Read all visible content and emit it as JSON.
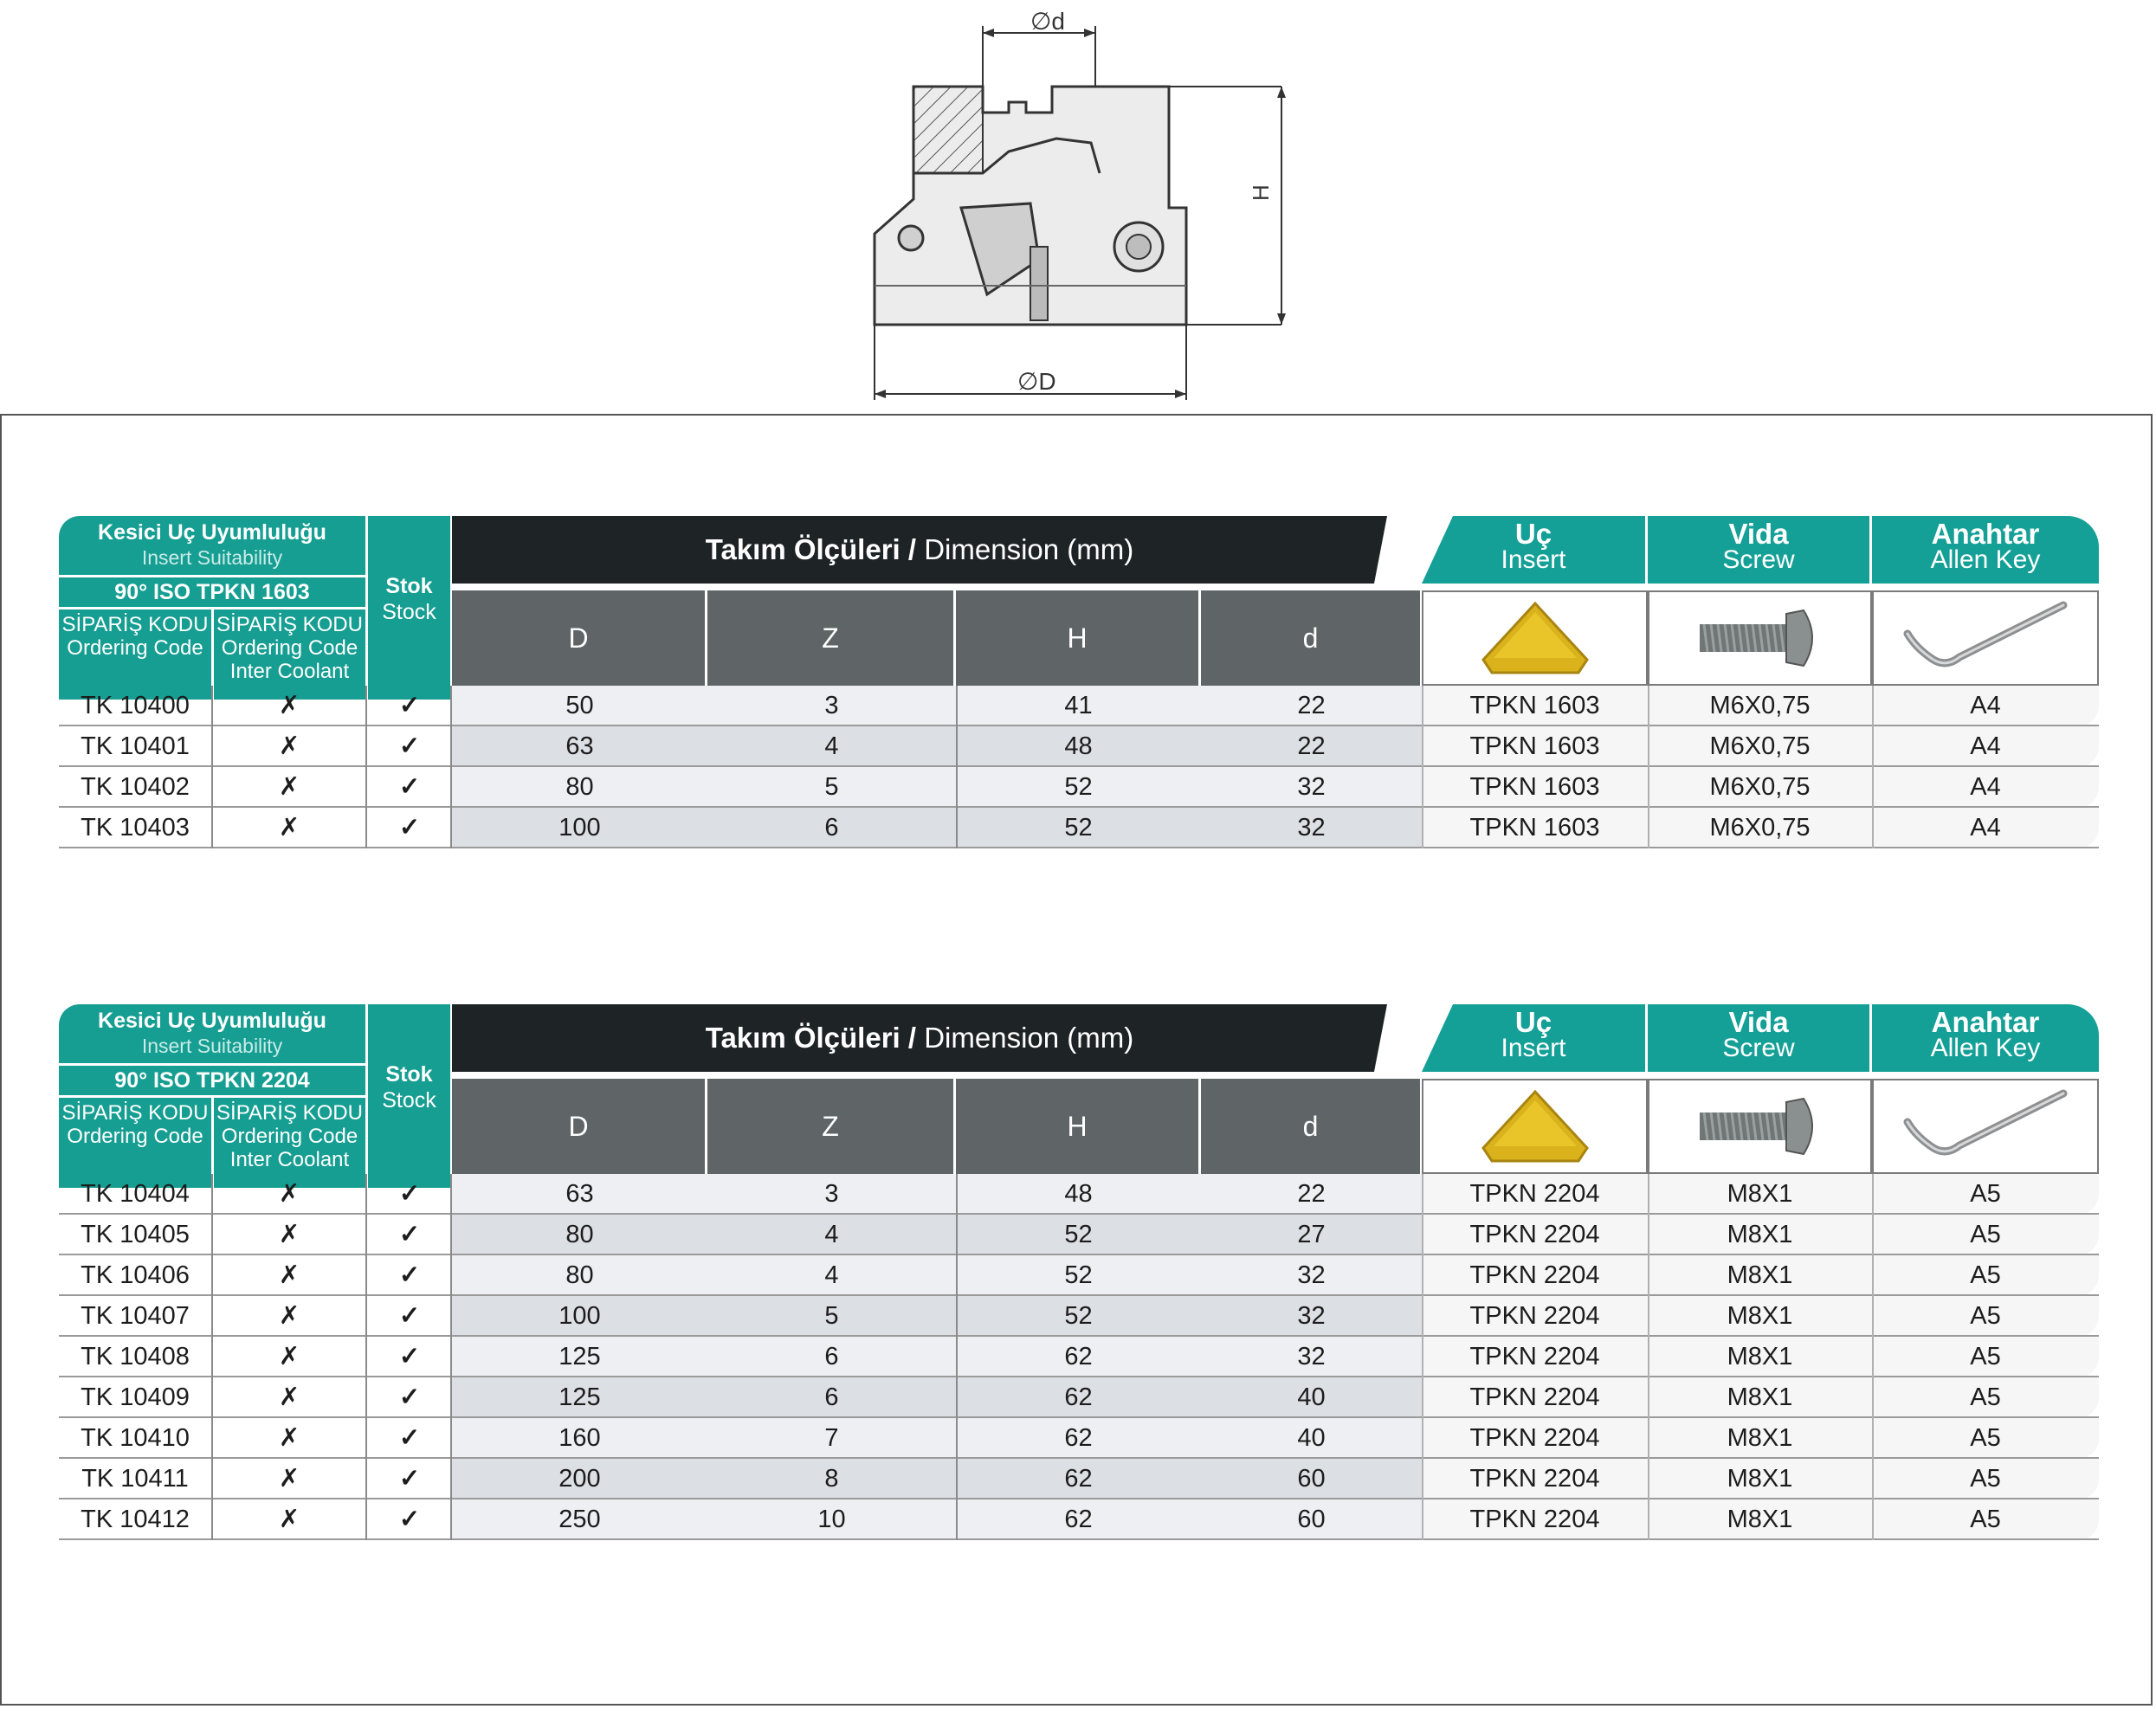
{
  "drawing": {
    "label_d": "∅d",
    "label_D": "∅D",
    "label_H": "H"
  },
  "tables": [
    {
      "insert_title": "Kesici Uç Uyumluluğu",
      "insert_subtitle": "Insert Suitability",
      "iso_label": "90° ISO TPKN 1603",
      "col_code1_tr": "SİPARİŞ KODU",
      "col_code1_en": "Ordering Code",
      "col_code2_tr": "SİPARİŞ KODU",
      "col_code2_en": "Ordering Code",
      "col_code2_en2": "Inter Coolant",
      "stock_tr": "Stok",
      "stock_en": "Stock",
      "dim_title_bold": "Takım Ölçüleri /",
      "dim_title_rest": "Dimension (mm)",
      "dims": [
        "D",
        "Z",
        "H",
        "d"
      ],
      "insert_tr": "Uç",
      "insert_en": "Insert",
      "screw_tr": "Vida",
      "screw_en": "Screw",
      "key_tr": "Anahtar",
      "key_en": "Allen Key",
      "rows": [
        {
          "code": "TK 10400",
          "coolant": "✗",
          "stock": "✓",
          "D": "50",
          "Z": "3",
          "H": "41",
          "d": "22",
          "insert": "TPKN 1603",
          "screw": "M6X0,75",
          "key": "A4"
        },
        {
          "code": "TK 10401",
          "coolant": "✗",
          "stock": "✓",
          "D": "63",
          "Z": "4",
          "H": "48",
          "d": "22",
          "insert": "TPKN 1603",
          "screw": "M6X0,75",
          "key": "A4"
        },
        {
          "code": "TK 10402",
          "coolant": "✗",
          "stock": "✓",
          "D": "80",
          "Z": "5",
          "H": "52",
          "d": "32",
          "insert": "TPKN 1603",
          "screw": "M6X0,75",
          "key": "A4"
        },
        {
          "code": "TK 10403",
          "coolant": "✗",
          "stock": "✓",
          "D": "100",
          "Z": "6",
          "H": "52",
          "d": "32",
          "insert": "TPKN 1603",
          "screw": "M6X0,75",
          "key": "A4"
        }
      ]
    },
    {
      "insert_title": "Kesici Uç Uyumluluğu",
      "insert_subtitle": "Insert Suitability",
      "iso_label": "90° ISO TPKN 2204",
      "col_code1_tr": "SİPARİŞ KODU",
      "col_code1_en": "Ordering Code",
      "col_code2_tr": "SİPARİŞ KODU",
      "col_code2_en": "Ordering Code",
      "col_code2_en2": "Inter Coolant",
      "stock_tr": "Stok",
      "stock_en": "Stock",
      "dim_title_bold": "Takım Ölçüleri /",
      "dim_title_rest": "Dimension (mm)",
      "dims": [
        "D",
        "Z",
        "H",
        "d"
      ],
      "insert_tr": "Uç",
      "insert_en": "Insert",
      "screw_tr": "Vida",
      "screw_en": "Screw",
      "key_tr": "Anahtar",
      "key_en": "Allen Key",
      "rows": [
        {
          "code": "TK 10404",
          "coolant": "✗",
          "stock": "✓",
          "D": "63",
          "Z": "3",
          "H": "48",
          "d": "22",
          "insert": "TPKN 2204",
          "screw": "M8X1",
          "key": "A5"
        },
        {
          "code": "TK 10405",
          "coolant": "✗",
          "stock": "✓",
          "D": "80",
          "Z": "4",
          "H": "52",
          "d": "27",
          "insert": "TPKN 2204",
          "screw": "M8X1",
          "key": "A5"
        },
        {
          "code": "TK 10406",
          "coolant": "✗",
          "stock": "✓",
          "D": "80",
          "Z": "4",
          "H": "52",
          "d": "32",
          "insert": "TPKN 2204",
          "screw": "M8X1",
          "key": "A5"
        },
        {
          "code": "TK 10407",
          "coolant": "✗",
          "stock": "✓",
          "D": "100",
          "Z": "5",
          "H": "52",
          "d": "32",
          "insert": "TPKN 2204",
          "screw": "M8X1",
          "key": "A5"
        },
        {
          "code": "TK 10408",
          "coolant": "✗",
          "stock": "✓",
          "D": "125",
          "Z": "6",
          "H": "62",
          "d": "32",
          "insert": "TPKN 2204",
          "screw": "M8X1",
          "key": "A5"
        },
        {
          "code": "TK 10409",
          "coolant": "✗",
          "stock": "✓",
          "D": "125",
          "Z": "6",
          "H": "62",
          "d": "40",
          "insert": "TPKN 2204",
          "screw": "M8X1",
          "key": "A5"
        },
        {
          "code": "TK 10410",
          "coolant": "✗",
          "stock": "✓",
          "D": "160",
          "Z": "7",
          "H": "62",
          "d": "40",
          "insert": "TPKN 2204",
          "screw": "M8X1",
          "key": "A5"
        },
        {
          "code": "TK 10411",
          "coolant": "✗",
          "stock": "✓",
          "D": "200",
          "Z": "8",
          "H": "62",
          "d": "60",
          "insert": "TPKN 2204",
          "screw": "M8X1",
          "key": "A5"
        },
        {
          "code": "TK 10412",
          "coolant": "✗",
          "stock": "✓",
          "D": "250",
          "Z": "10",
          "H": "62",
          "d": "60",
          "insert": "TPKN 2204",
          "screw": "M8X1",
          "key": "A5"
        }
      ]
    }
  ]
}
